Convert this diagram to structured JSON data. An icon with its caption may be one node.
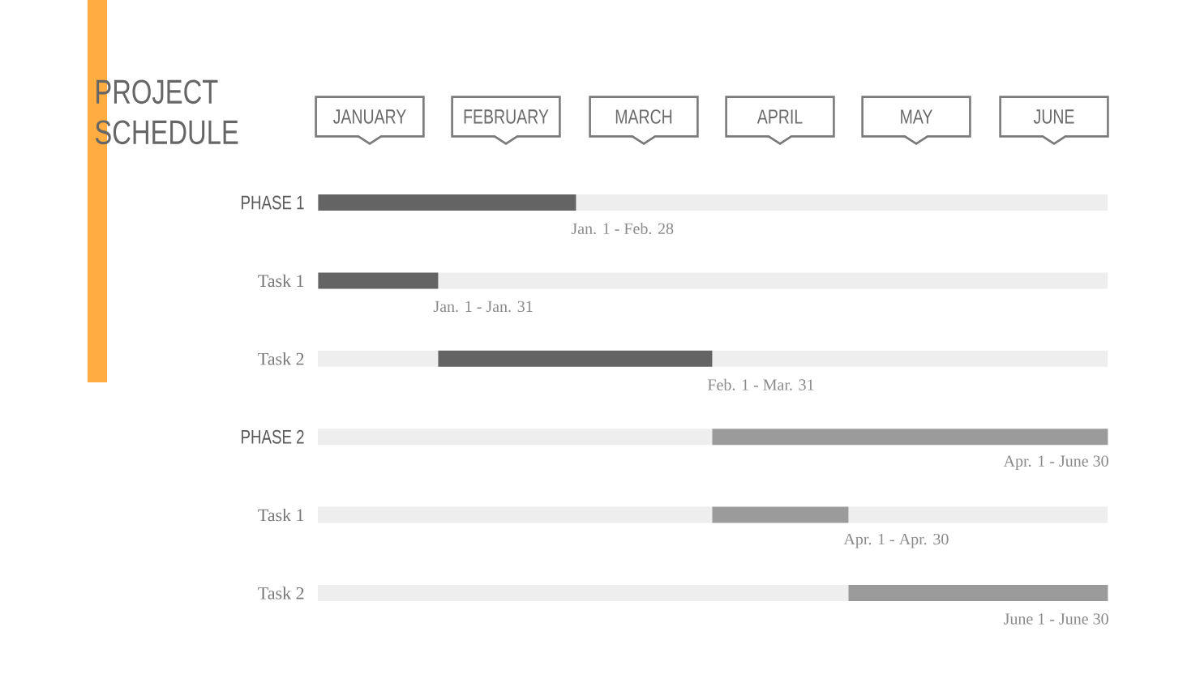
{
  "diagram": {
    "title": "PROJECT SCHEDULE",
    "nodes": [
      {
        "text": [
          "JANUARY"
        ]
      },
      {
        "text": [
          "FEBRUARY"
        ]
      },
      {
        "text": [
          "MARCH"
        ]
      },
      {
        "text": [
          "APRIL"
        ]
      },
      {
        "text": [
          "MAY"
        ]
      },
      {
        "text": [
          "JUNE"
        ]
      },
      {
        "text": [],
        "shape": "bar",
        "beside": [
          "Jan. 1 - Feb. 28"
        ]
      },
      {
        "text": [],
        "shape": "bar",
        "beside": [
          "Jan. 1 - Jan. 31"
        ]
      },
      {
        "text": [],
        "shape": "bar",
        "beside": [
          "Feb. 1 - Mar. 31"
        ]
      },
      {
        "text": [],
        "shape": "bar",
        "beside": [
          "Apr. 1 - June 30"
        ]
      },
      {
        "text": [],
        "shape": "bar",
        "beside": [
          "Apr. 1 - Apr. 30"
        ]
      },
      {
        "text": [],
        "shape": "bar",
        "beside": [
          "June 1 - June 30"
        ]
      }
    ],
    "labels": [
      "PHASE 1",
      "Task 1",
      "Task 2",
      "PHASE 2",
      "Task 1",
      "Task 2"
    ]
  }
}
